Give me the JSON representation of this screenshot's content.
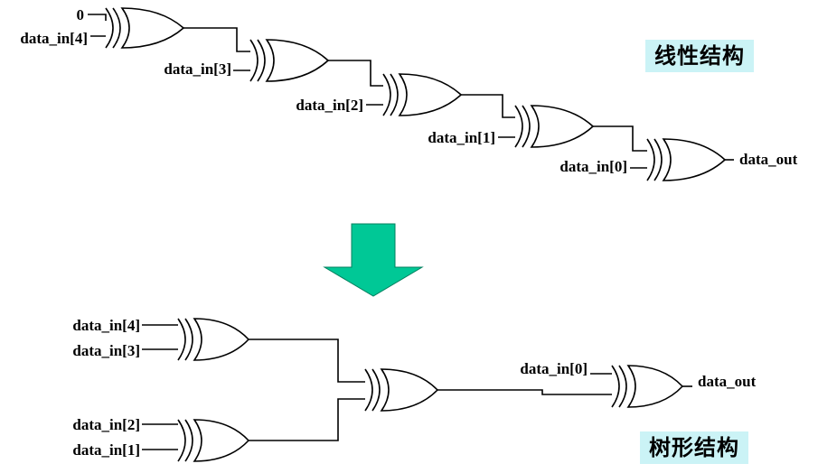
{
  "linear": {
    "title": "线性结构",
    "inputs": [
      "0",
      "data_in[4]",
      "data_in[3]",
      "data_in[2]",
      "data_in[1]",
      "data_in[0]"
    ],
    "output": "data_out"
  },
  "tree": {
    "title": "树形结构",
    "inputs": [
      "data_in[4]",
      "data_in[3]",
      "data_in[2]",
      "data_in[1]",
      "data_in[0]"
    ],
    "output": "data_out"
  },
  "colors": {
    "arrow": "#00c896",
    "badge": "#cbf3f6",
    "wire": "#000000"
  }
}
